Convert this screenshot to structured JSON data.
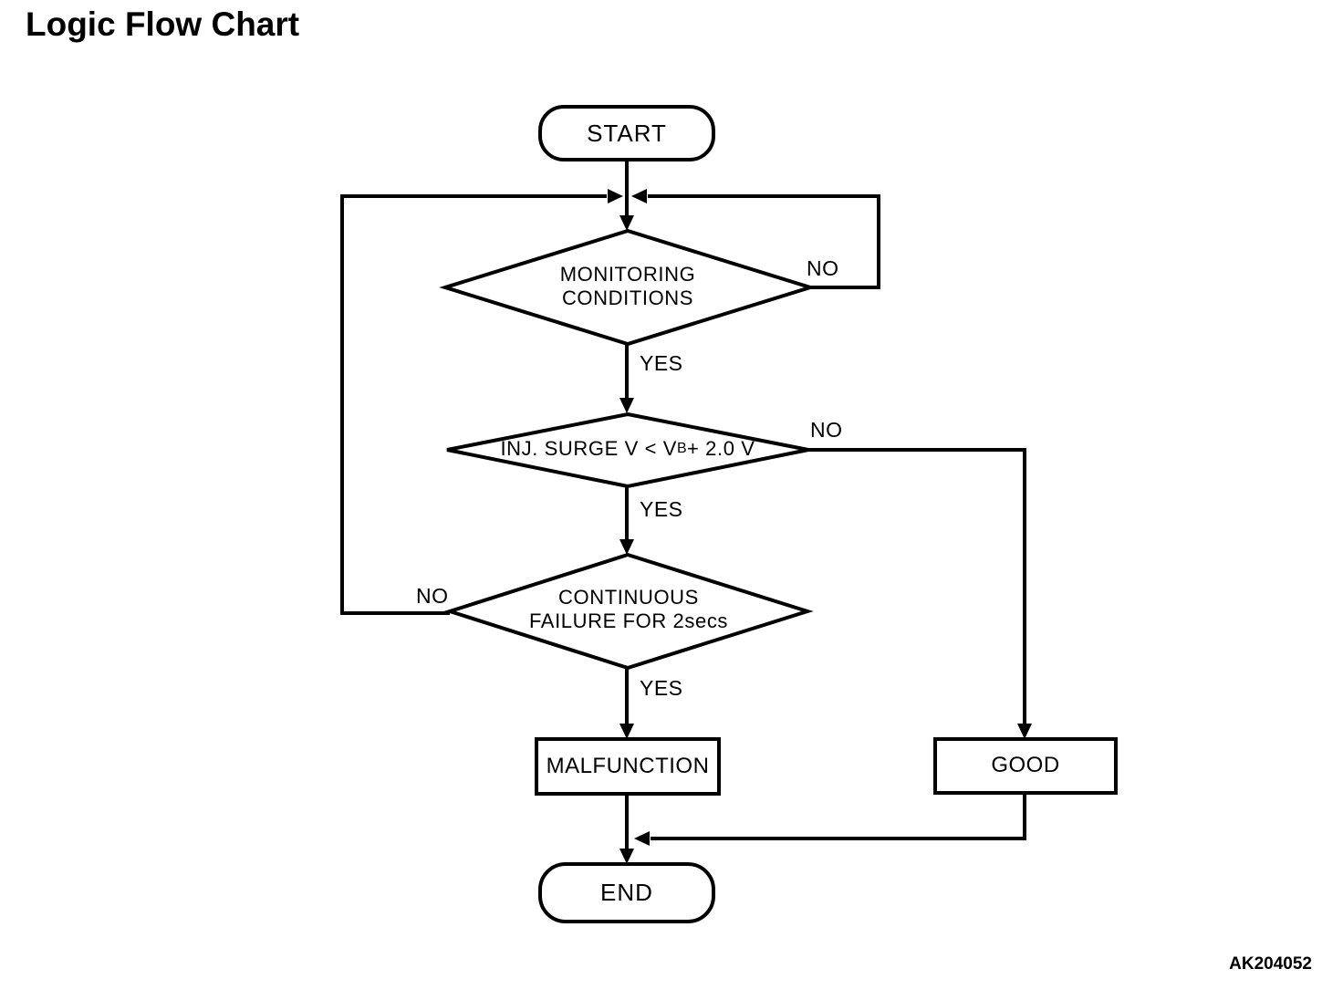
{
  "page": {
    "title": "Logic Flow Chart",
    "figure_code": "AK204052",
    "background_color": "#ffffff",
    "line_color": "#000000"
  },
  "flowchart": {
    "nodes": {
      "start": {
        "type": "terminator",
        "label": "START"
      },
      "monitoring": {
        "type": "decision",
        "label": "MONITORING\nCONDITIONS"
      },
      "inj_surge": {
        "type": "decision",
        "label_pre": "INJ. SURGE V < V",
        "label_sub": "B",
        "label_post": " + 2.0 V",
        "label_full": "INJ. SURGE V < VB + 2.0 V"
      },
      "continuous": {
        "type": "decision",
        "label": "CONTINUOUS\nFAILURE FOR 2secs"
      },
      "malfunction": {
        "type": "process",
        "label": "MALFUNCTION"
      },
      "good": {
        "type": "process",
        "label": "GOOD"
      },
      "end": {
        "type": "terminator",
        "label": "END"
      }
    },
    "edges": [
      {
        "from": "start",
        "to": "monitoring",
        "label": ""
      },
      {
        "from": "monitoring",
        "to": "inj_surge",
        "label": "YES"
      },
      {
        "from": "monitoring",
        "to": "loop-top-junction",
        "label": "NO"
      },
      {
        "from": "inj_surge",
        "to": "continuous",
        "label": "YES"
      },
      {
        "from": "inj_surge",
        "to": "good",
        "label": "NO"
      },
      {
        "from": "continuous",
        "to": "malfunction",
        "label": "YES"
      },
      {
        "from": "continuous",
        "to": "loop-top-junction",
        "label": "NO"
      },
      {
        "from": "malfunction",
        "to": "end",
        "label": ""
      },
      {
        "from": "good",
        "to": "end",
        "label": ""
      }
    ]
  }
}
